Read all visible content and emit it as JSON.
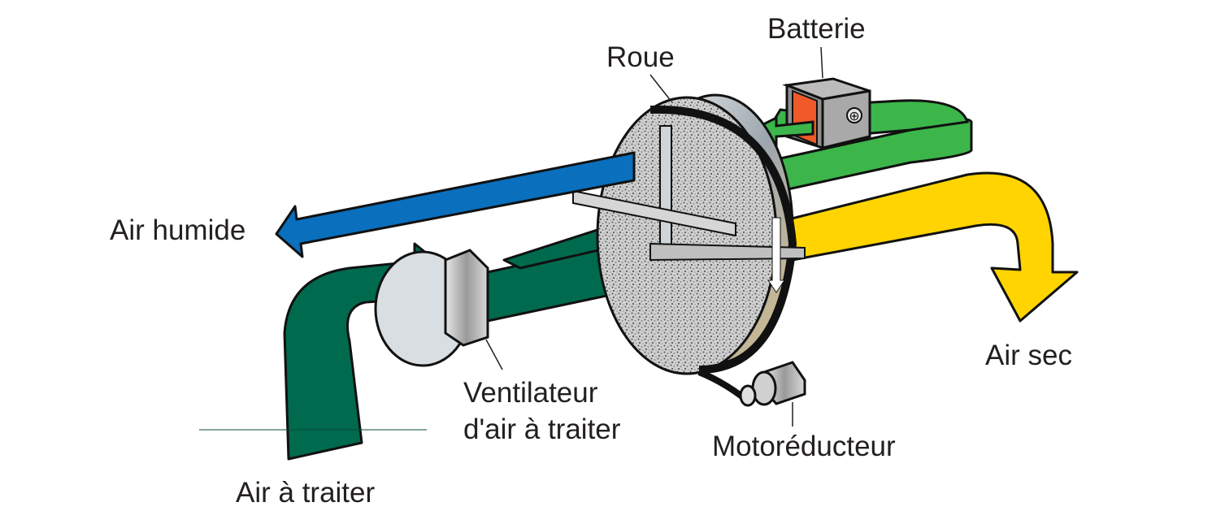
{
  "labels": {
    "battery": "Batterie",
    "wheel": "Roue",
    "humid_air": "Air humide",
    "dry_air": "Air sec",
    "fan_line1": "Ventilateur",
    "fan_line2": "d'air à traiter",
    "gear_motor": "Motoréducteur",
    "air_to_treat": "Air à traiter",
    "battery_plus": "⊕"
  },
  "colors": {
    "process_air": "#006a4e",
    "humid_air": "#0a6fbd",
    "regen_air": "#3cb64a",
    "dry_air": "#ffd400",
    "heater": "#f05a28",
    "outline": "#111111"
  }
}
